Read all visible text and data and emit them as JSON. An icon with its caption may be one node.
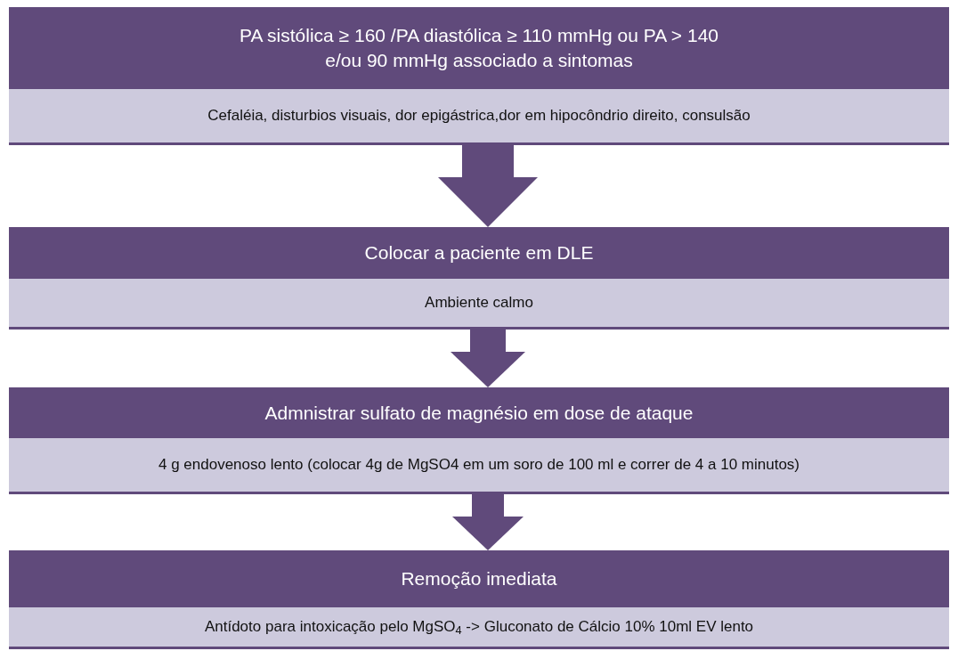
{
  "diagram": {
    "nodes": [
      {
        "text": [
          "PA sistólica ≥ 160 /PA diastólica ≥ 110 mmHg ou PA > 140 e/ou 90 mmHg associado a sintomas",
          "Cefaléia, disturbios visuais, dor epigástrica,dor em hipocôndrio direito, consulsão"
        ]
      },
      {
        "text": [
          "Colocar a paciente em DLE",
          "Ambiente calmo"
        ]
      },
      {
        "text": [
          "Admnistrar sulfato de magnésio em dose de ataque",
          "4 g endovenoso lento (colocar 4g de MgSO4 em um soro de 100 ml e correr de 4 a 10 minutos)"
        ]
      },
      {
        "text": [
          "Remoção imediata",
          "Antídoto para intoxicação pelo MgSO$_{4}$ -> Gluconato de Cálcio 10% 10ml EV lento"
        ]
      }
    ],
    "edges": [
      {
        "from": 0,
        "to": 1,
        "arrow": "to"
      },
      {
        "from": 1,
        "to": 2,
        "arrow": "to"
      },
      {
        "from": 2,
        "to": 3,
        "arrow": "to"
      }
    ]
  }
}
